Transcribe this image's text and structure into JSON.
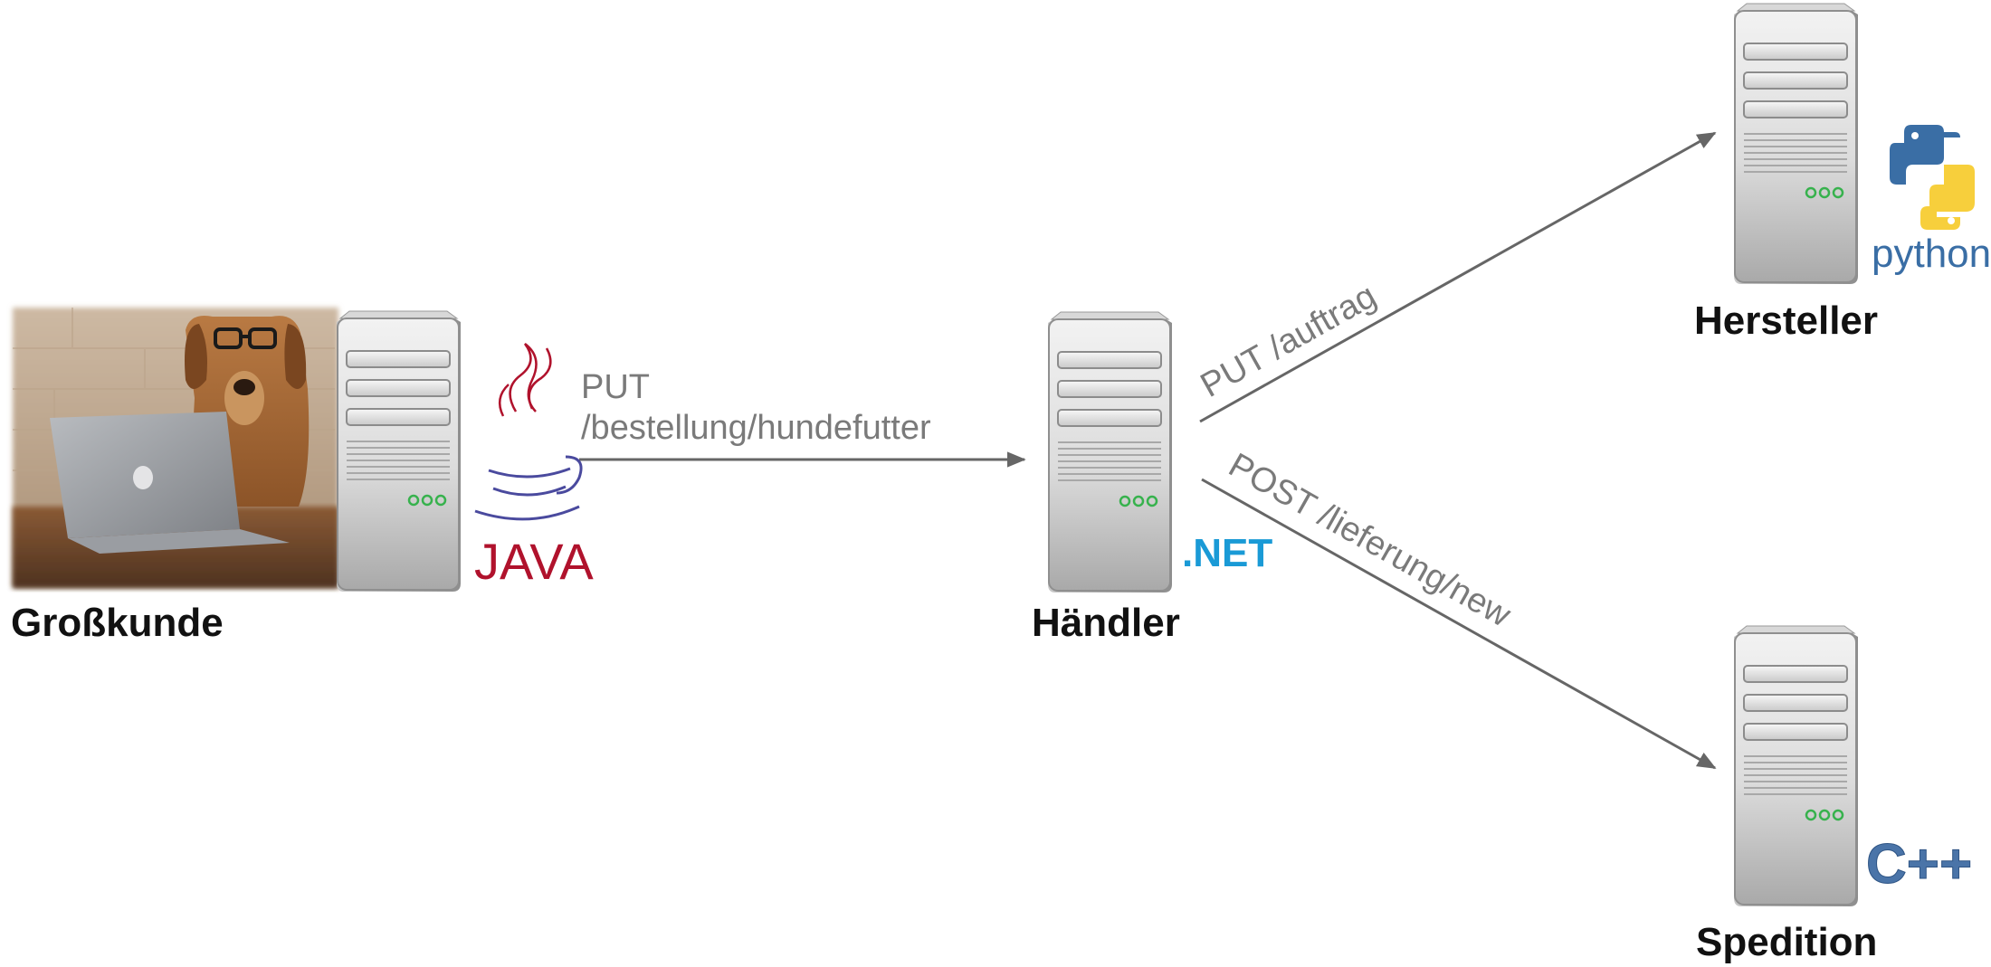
{
  "nodes": {
    "grosskunde": {
      "label": "Großkunde",
      "tech": "JAVA"
    },
    "haendler": {
      "label": "Händler",
      "tech": ".NET"
    },
    "hersteller": {
      "label": "Hersteller",
      "tech": "python"
    },
    "spedition": {
      "label": "Spedition",
      "tech": "C++"
    }
  },
  "edges": {
    "bestellung": {
      "method": "PUT",
      "path": "/bestellung/hundefutter"
    },
    "auftrag": {
      "label": "PUT /auftrag"
    },
    "lieferung": {
      "label": "POST /lieferung/new"
    }
  },
  "colors": {
    "arrow": "#666666",
    "edge_text": "#7a7a7a",
    "net_blue": "#1a9ad6",
    "java_red": "#b0122c",
    "java_blue": "#4a4a9e",
    "python_blue": "#3a6ea5",
    "python_yellow": "#f7cf3c",
    "cpp_blue": "#4a74a8",
    "server_light": "#eeeeee",
    "server_dark": "#b5b5b5",
    "led_green": "#37b24d"
  }
}
